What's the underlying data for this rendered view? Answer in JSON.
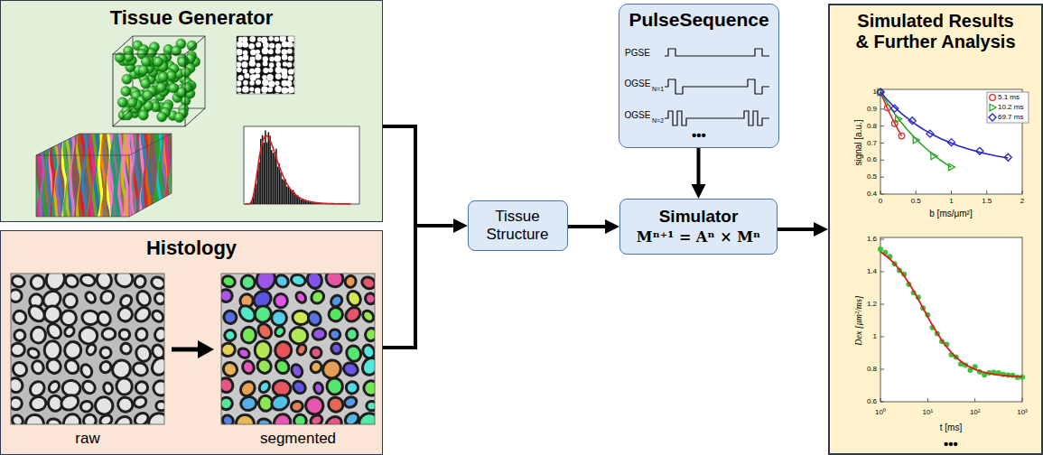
{
  "diagram": {
    "nodes": [
      {
        "text": [
          "Tissue Generator"
        ]
      },
      {
        "text": [
          "Histology"
        ]
      },
      {
        "text": [
          "Tissue Structure"
        ]
      },
      {
        "text": [
          "PulseSequence"
        ]
      },
      {
        "text": [
          "Simulator",
          "Mⁿ⁺¹ = Aⁿ × Mⁿ"
        ]
      },
      {
        "text": [
          "Simulated Results & Further Analysis"
        ]
      }
    ],
    "edges": [
      {
        "from": 0,
        "to": 2,
        "arrow": "to"
      },
      {
        "from": 1,
        "to": 2,
        "arrow": "to"
      },
      {
        "from": 2,
        "to": 4,
        "arrow": "to"
      },
      {
        "from": 3,
        "to": 4,
        "arrow": "to"
      },
      {
        "from": 4,
        "to": 5,
        "arrow": "to"
      }
    ],
    "labels": [
      "raw",
      "segmented",
      "PGSE",
      "OGSE",
      "N=1",
      "OGSE",
      "N=2",
      "•••",
      "signal [a.u.]",
      "b [ms/μm²]",
      "1",
      "0.9",
      "0.8",
      "0.7",
      "0.6",
      "0.5",
      "0.4",
      "0",
      "0.5",
      "1",
      "1.5",
      "2",
      "Dex [μm²/ms]",
      "t [ms]",
      "1.6",
      "1.4",
      "1.2",
      "1",
      "0.8",
      "0.6",
      "10⁰",
      "10¹",
      "10²",
      "10³",
      "•••"
    ],
    "legend": [
      {
        "text": "5.1 ms"
      },
      {
        "text": "10.2 ms"
      },
      {
        "text": "69.7 ms"
      }
    ]
  }
}
